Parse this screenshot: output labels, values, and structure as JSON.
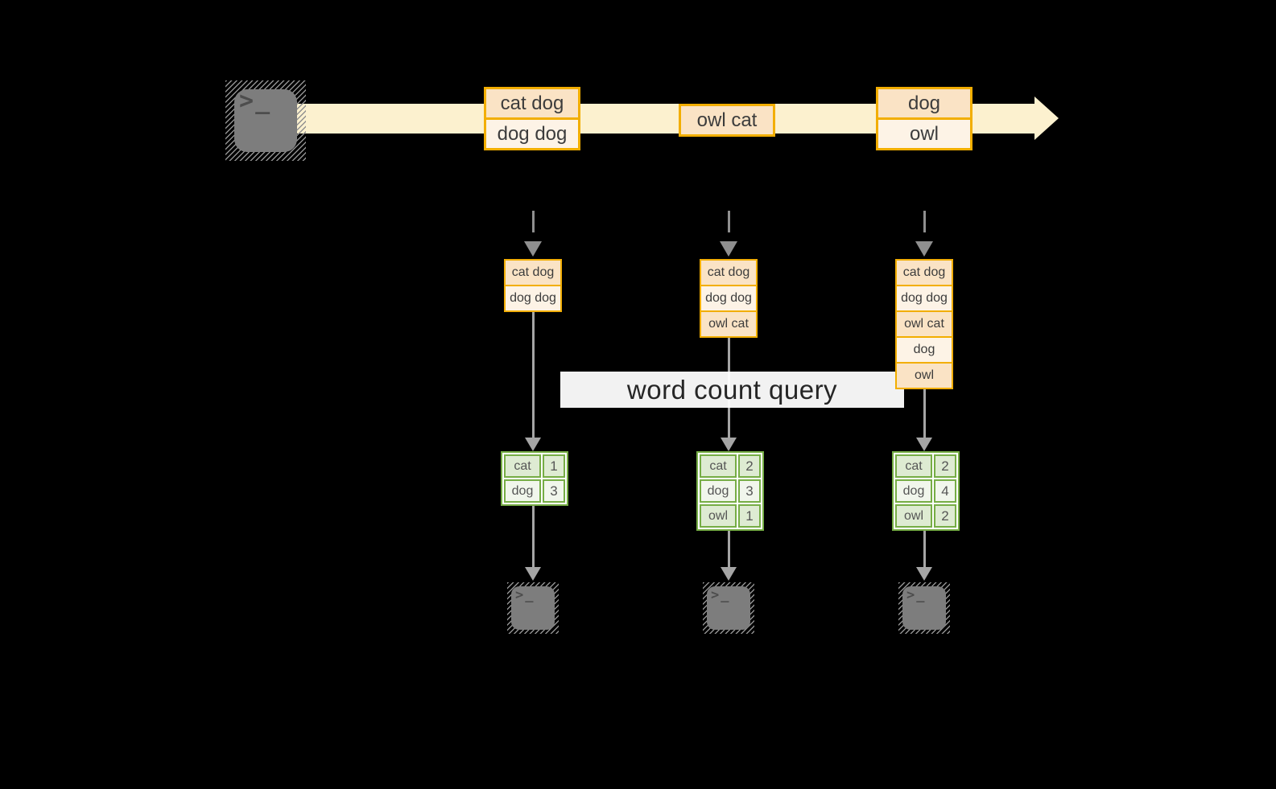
{
  "query_label": "word count query",
  "terminal_prompt": ">",
  "terminal_cursor": "_",
  "colors": {
    "background": "#000000",
    "amber": "#F2AE00",
    "peach": "#FAE3C5",
    "cream": "#FDF3E6",
    "stream_band": "#FCF1CF",
    "line_gray": "#A5A5A5",
    "dash_gray": "#8F8F8F",
    "green_border": "#76AD45",
    "green_cell_dark": "#DEEBD2",
    "green_cell_light": "#F1F6EC",
    "terminal_gray": "#7D7D7D",
    "text_dark": "#3C3C3C",
    "query_text": "#262626"
  },
  "stream": {
    "source_icon": "terminal",
    "events": [
      {
        "lines": [
          "cat dog",
          "dog dog"
        ]
      },
      {
        "lines": [
          "owl cat"
        ]
      },
      {
        "lines": [
          "dog",
          "owl"
        ]
      }
    ]
  },
  "columns": [
    {
      "buffer": [
        "cat dog",
        "dog dog"
      ],
      "counts": [
        {
          "word": "cat",
          "count": "1"
        },
        {
          "word": "dog",
          "count": "3"
        }
      ],
      "sink_icon": "terminal"
    },
    {
      "buffer": [
        "cat dog",
        "dog dog",
        "owl cat"
      ],
      "counts": [
        {
          "word": "cat",
          "count": "2"
        },
        {
          "word": "dog",
          "count": "3"
        },
        {
          "word": "owl",
          "count": "1"
        }
      ],
      "sink_icon": "terminal"
    },
    {
      "buffer": [
        "cat dog",
        "dog dog",
        "owl cat",
        "dog",
        "owl"
      ],
      "counts": [
        {
          "word": "cat",
          "count": "2"
        },
        {
          "word": "dog",
          "count": "4"
        },
        {
          "word": "owl",
          "count": "2"
        }
      ],
      "sink_icon": "terminal"
    }
  ]
}
